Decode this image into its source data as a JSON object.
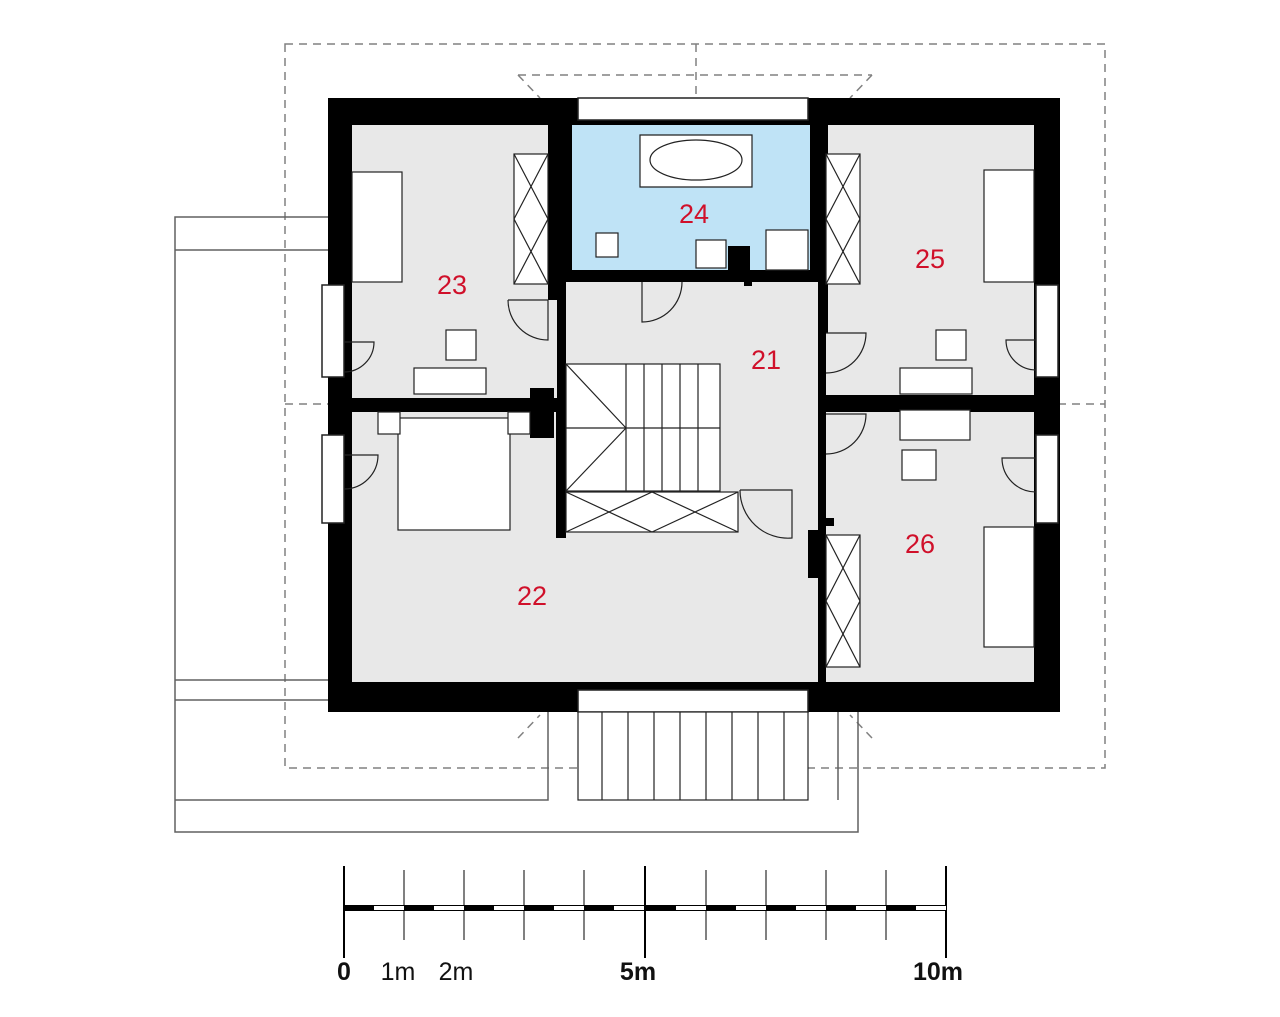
{
  "plan": {
    "colors": {
      "wall": "#000000",
      "floor": "#e8e8e8",
      "bathroom": "#bfe3f6",
      "room_number": "#d0102a",
      "outline": "#808080"
    },
    "rooms": [
      {
        "id": "21",
        "label": "21"
      },
      {
        "id": "22",
        "label": "22"
      },
      {
        "id": "23",
        "label": "23"
      },
      {
        "id": "24",
        "label": "24"
      },
      {
        "id": "25",
        "label": "25"
      },
      {
        "id": "26",
        "label": "26"
      }
    ]
  },
  "scale_bar": {
    "labels": {
      "zero": "0",
      "one": "1m",
      "two": "2m",
      "five": "5m",
      "ten": "10m"
    }
  }
}
